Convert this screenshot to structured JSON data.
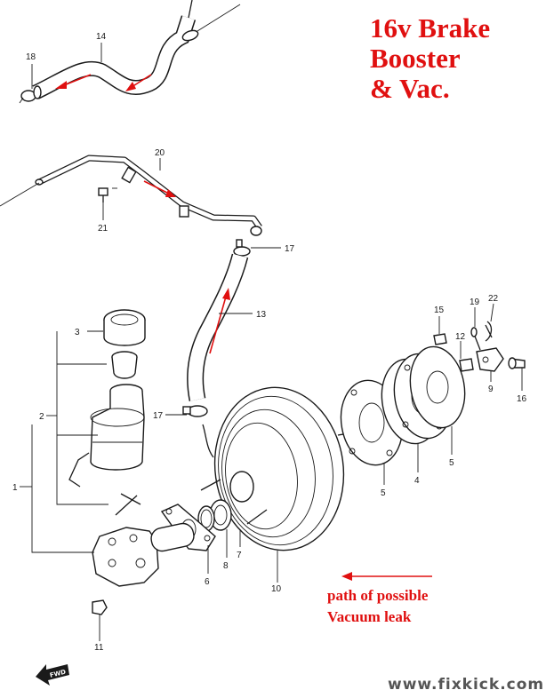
{
  "title": {
    "line1": "16v Brake",
    "line2": "Booster",
    "line3": "& Vac."
  },
  "annotation": {
    "line1": "path of possible",
    "line2": "Vacuum leak"
  },
  "watermark": "www.fixkick.com",
  "fwd_label": "FWD",
  "callouts": {
    "c1": "1",
    "c2": "2",
    "c3": "3",
    "c4": "4",
    "c5a": "5",
    "c5b": "5",
    "c6": "6",
    "c7": "7",
    "c8": "8",
    "c9": "9",
    "c10": "10",
    "c11": "11",
    "c12": "12",
    "c13": "13",
    "c14": "14",
    "c15": "15",
    "c16": "16",
    "c17a": "17",
    "c17b": "17",
    "c18": "18",
    "c19": "19",
    "c20": "20",
    "c21": "21",
    "c22": "22"
  },
  "colors": {
    "accent": "#e01010",
    "ink": "#1a1a1a",
    "background": "#ffffff"
  }
}
